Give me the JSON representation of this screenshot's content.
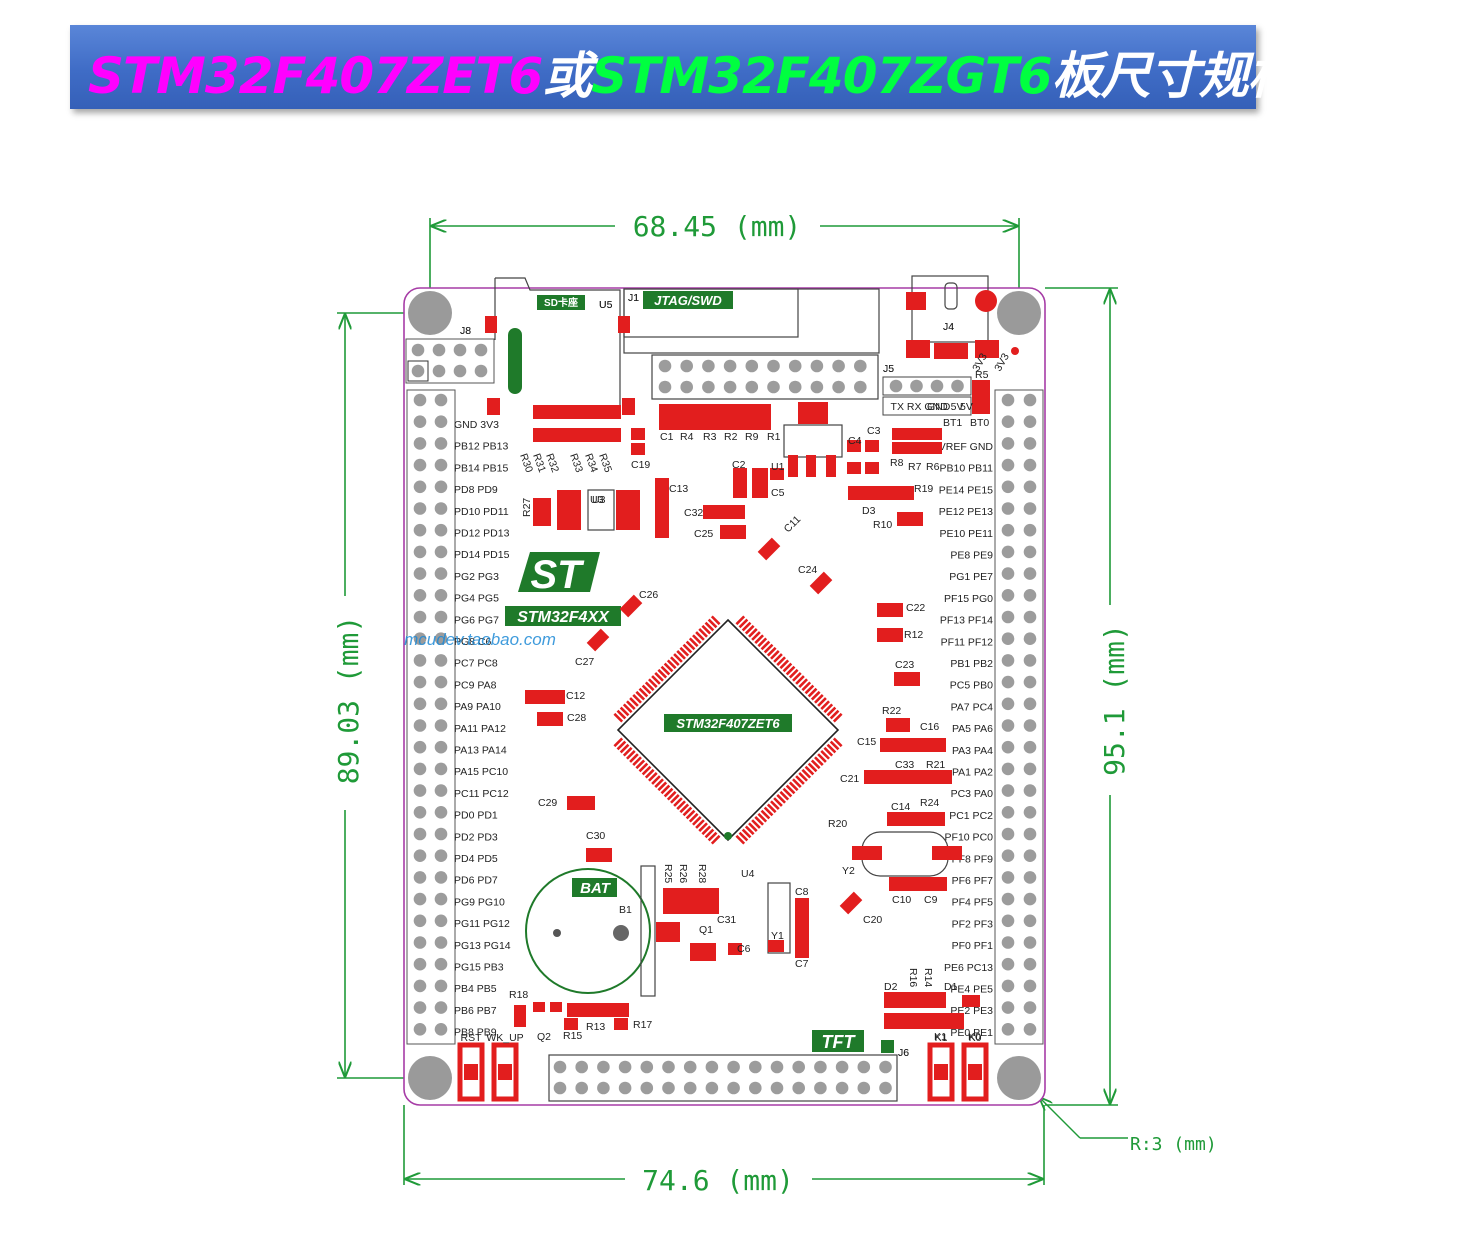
{
  "title": {
    "part1": "STM32F407ZET6",
    "part2": "或",
    "part3": "STM32F407ZGT6",
    "part4": "板尺寸规格："
  },
  "dimensions": {
    "top_width": "68.45 (mm)",
    "bottom_width": "74.6 (mm)",
    "left_height": "89.03 (mm)",
    "right_height": "95.1 (mm)",
    "corner_radius": "R:3 (mm)"
  },
  "board": {
    "mcu_label": "STM32F407ZET6",
    "series_label": "STM32F4XX",
    "watermark": "mcudev.taobao.com",
    "sd_label": "SD卡座",
    "jtag_label": "JTAG/SWD",
    "bat_label": "BAT",
    "tft_label": "TFT",
    "connector_j5": "TX RX GND 5V",
    "left_header_pins": [
      "GND 3V3",
      "PB12 PB13",
      "PB14 PB15",
      "PD8 PD9",
      "PD10 PD11",
      "PD12 PD13",
      "PD14 PD15",
      "PG2 PG3",
      "PG4 PG5",
      "PG6 PG7",
      "PG8 C6",
      "PC7 PC8",
      "PC9 PA8",
      "PA9 PA10",
      "PA11 PA12",
      "PA13 PA14",
      "PA15 PC10",
      "PC11 PC12",
      "PD0 PD1",
      "PD2 PD3",
      "PD4 PD5",
      "PD6 PD7",
      "PG9 PG10",
      "PG11 PG12",
      "PG13 PG14",
      "PG15 PB3",
      "PB4 PB5",
      "PB6 PB7",
      "PB8 PB9"
    ],
    "right_header_pins": [
      "VREF GND",
      "PB10 PB11",
      "PE14 PE15",
      "PE12 PE13",
      "PE10 PE11",
      "PE8 PE9",
      "PG1 PE7",
      "PF15 PG0",
      "PF13 PF14",
      "PF11 PF12",
      "PB1 PB2",
      "PC5 PB0",
      "PA7 PC4",
      "PA5 PA6",
      "PA3 PA4",
      "PA1 PA2",
      "PC3 PA0",
      "PC1 PC2",
      "PF10 PC0",
      "PF8 PF9",
      "PF6 PF7",
      "PF4 PF5",
      "PF2 PF3",
      "PF0 PF1",
      "PE6 PC13",
      "PE4 PE5",
      "PE2 PE3",
      "PE0 PE1"
    ],
    "buttons": [
      "RST",
      "WK_UP",
      "K1",
      "K0"
    ],
    "components": [
      "J8",
      "U5",
      "J1",
      "J4",
      "J5",
      "R5",
      "3V3",
      "3V3",
      "BT1",
      "BT0",
      "5V",
      "GND",
      "C1",
      "R4",
      "R3",
      "R2",
      "R9",
      "R1",
      "C3",
      "C4",
      "R8",
      "R7",
      "R6",
      "R19",
      "D3",
      "R10",
      "C2",
      "U1",
      "C5",
      "C19",
      "C13",
      "C32",
      "C23",
      "C25",
      "C11",
      "C24",
      "U3",
      "R27",
      "R30",
      "R31",
      "R32",
      "R33",
      "R34",
      "R35",
      "C26",
      "C27",
      "C22",
      "R12",
      "C12",
      "C28",
      "R22",
      "C16",
      "C15",
      "C33",
      "R21",
      "C21",
      "C29",
      "C14",
      "R24",
      "R20",
      "Y2",
      "C10",
      "C9",
      "C20",
      "C30",
      "R25",
      "R26",
      "R28",
      "U4",
      "C8",
      "C31",
      "B1",
      "Q1",
      "C6",
      "Y1",
      "C7",
      "R18",
      "Q2",
      "R15",
      "R13",
      "R17",
      "D2",
      "R16",
      "R14",
      "D1",
      "J6",
      "K1",
      "K0"
    ]
  },
  "colors": {
    "dim_green": "#1f9a38",
    "pad_red": "#e21e1e",
    "silk_green": "#22893a",
    "board_outline": "#a63ca6",
    "title_magenta": "#ff00ff",
    "title_green": "#00ff40"
  }
}
